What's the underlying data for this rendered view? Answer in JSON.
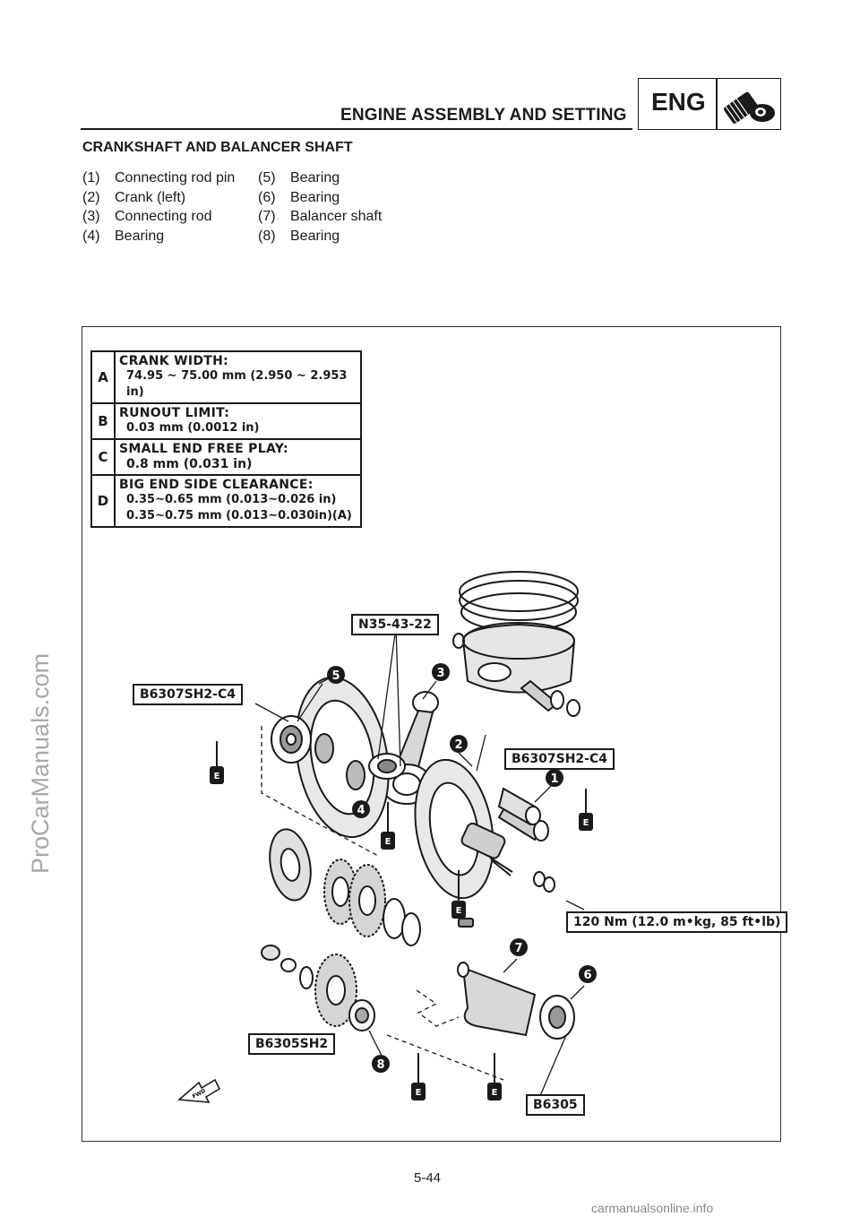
{
  "header": {
    "title": "ENGINE ASSEMBLY AND SETTING",
    "badge": "ENG",
    "badge_icon": "engine-assembly-icon"
  },
  "section_title": "CRANKSHAFT AND BALANCER SHAFT",
  "legend": {
    "left": [
      {
        "num": "(1)",
        "label": "Connecting rod pin"
      },
      {
        "num": "(2)",
        "label": "Crank (left)"
      },
      {
        "num": "(3)",
        "label": "Connecting rod"
      },
      {
        "num": "(4)",
        "label": "Bearing"
      }
    ],
    "right": [
      {
        "num": "(5)",
        "label": "Bearing"
      },
      {
        "num": "(6)",
        "label": "Bearing"
      },
      {
        "num": "(7)",
        "label": "Balancer shaft"
      },
      {
        "num": "(8)",
        "label": "Bearing"
      }
    ]
  },
  "specs": [
    {
      "key": "A",
      "label": "CRANK WIDTH:",
      "values": [
        "74.95 ~ 75.00 mm (2.950 ~ 2.953 in)"
      ]
    },
    {
      "key": "B",
      "label": "RUNOUT LIMIT:",
      "values": [
        "0.03 mm (0.0012 in)"
      ]
    },
    {
      "key": "C",
      "label": "SMALL END FREE PLAY:",
      "values": [
        "0.8 mm (0.031 in)"
      ]
    },
    {
      "key": "D",
      "label": "BIG END SIDE CLEARANCE:",
      "values": [
        "0.35~0.65 mm (0.013~0.026 in)",
        "0.35~0.75 mm (0.013~0.030in)(A)"
      ]
    }
  ],
  "callouts": {
    "n35": "N35-43-22",
    "b6307_left": "B6307SH2-C4",
    "b6307_right": "B6307SH2-C4",
    "torque": "120 Nm (12.0 m•kg, 85 ft•lb)",
    "b6305sh2": "B6305SH2",
    "b6305": "B6305"
  },
  "part_numbers": [
    "1",
    "2",
    "3",
    "4",
    "5",
    "6",
    "7",
    "8"
  ],
  "lube_mark": "E",
  "fwd_mark": "FWD",
  "page_number": "5-44",
  "watermark": "ProCarManuals.com",
  "footer_site": "carmanualsonline.info"
}
